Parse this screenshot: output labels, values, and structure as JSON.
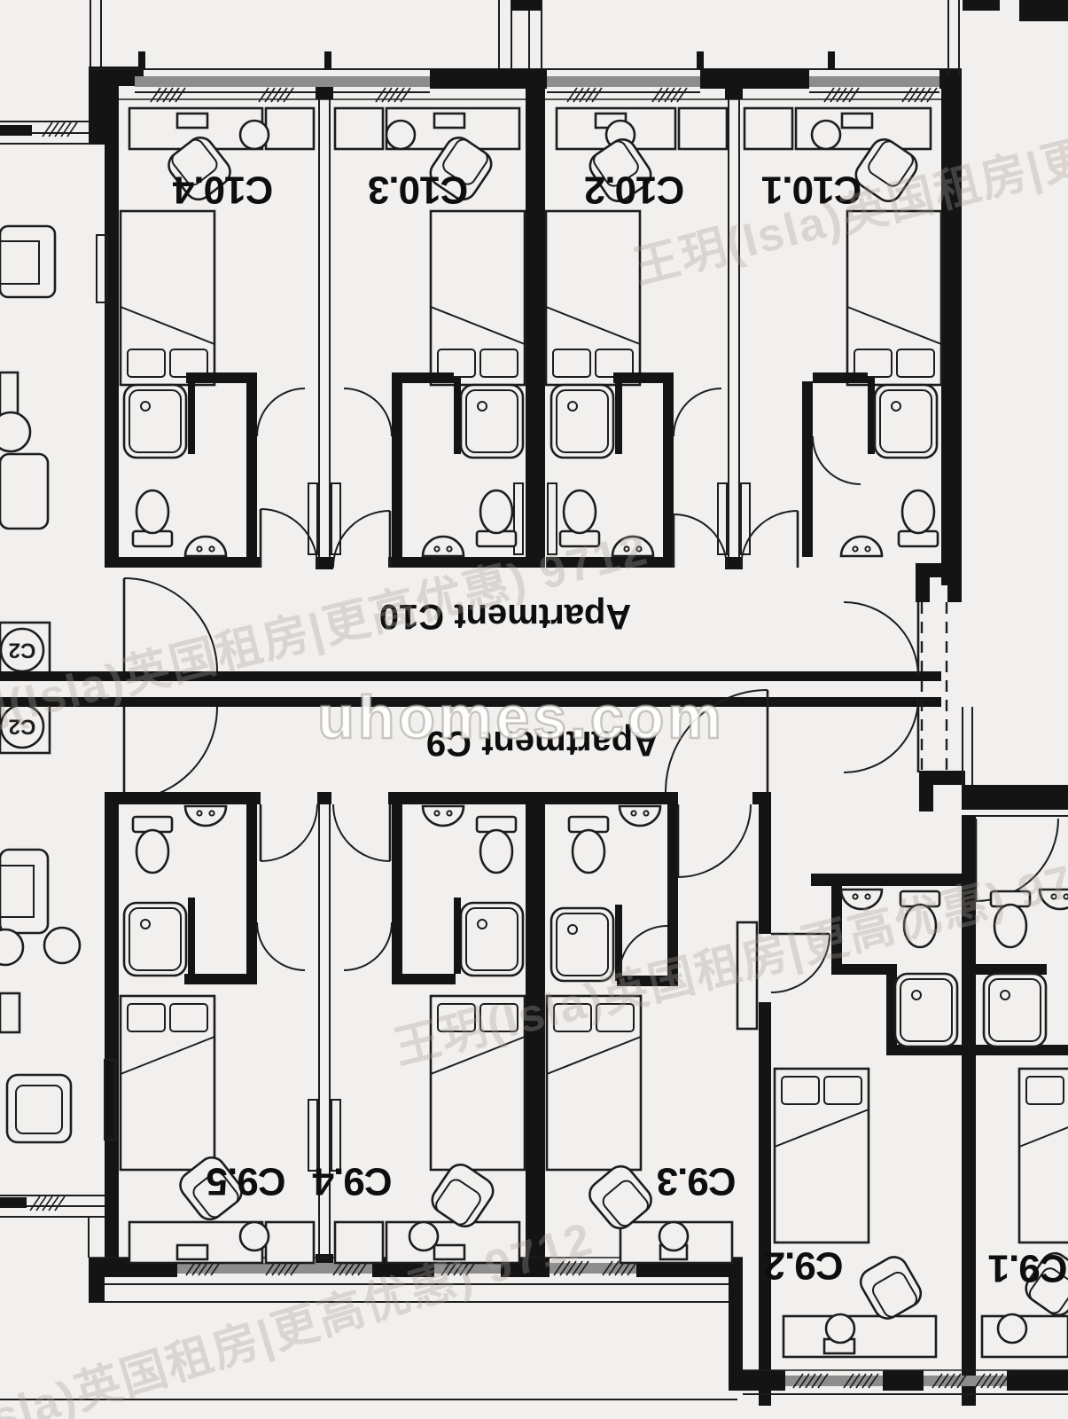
{
  "page": {
    "background": "#f2f0ee",
    "wall_color": "#141414"
  },
  "watermarks": {
    "site": "uhomes.com",
    "agent": "王玥(Isla)英国租房|更高优惠) 9712"
  },
  "plan": {
    "apartment_c10": {
      "label": "Apartment C10",
      "rooms": {
        "r1": "C10.1",
        "r2": "C10.2",
        "r3": "C10.3",
        "r4": "C10.4"
      }
    },
    "apartment_c9": {
      "label": "Apartment C9",
      "rooms": {
        "r1": "C9.1",
        "r2": "C9.2",
        "r3": "C9.3",
        "r4": "C9.4",
        "r5": "C9.5"
      }
    },
    "markers": {
      "upper": "C2",
      "lower": "C2"
    }
  }
}
